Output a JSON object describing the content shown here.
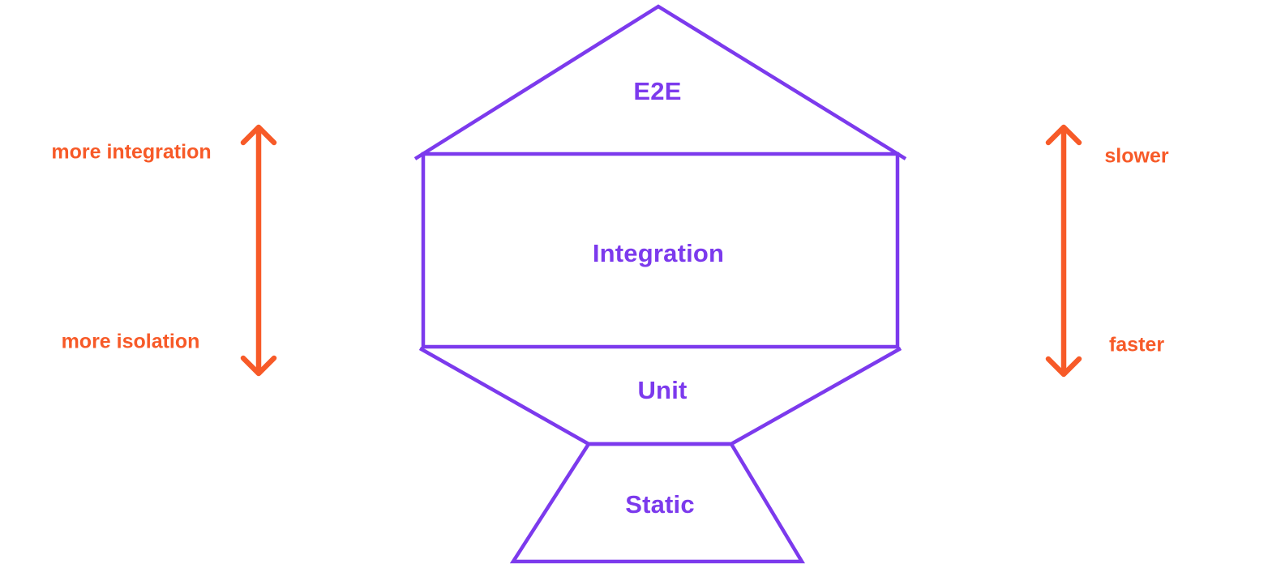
{
  "colors": {
    "purple": "#7C3AED",
    "orange": "#F75A28",
    "background": "#FFFFFF"
  },
  "trophy": {
    "levels": [
      {
        "id": "e2e",
        "label": "E2E"
      },
      {
        "id": "integration",
        "label": "Integration"
      },
      {
        "id": "unit",
        "label": "Unit"
      },
      {
        "id": "static",
        "label": "Static"
      }
    ]
  },
  "left_scale": {
    "top": "more integration",
    "bottom": "more isolation"
  },
  "right_scale": {
    "top": "slower",
    "bottom": "faster"
  }
}
